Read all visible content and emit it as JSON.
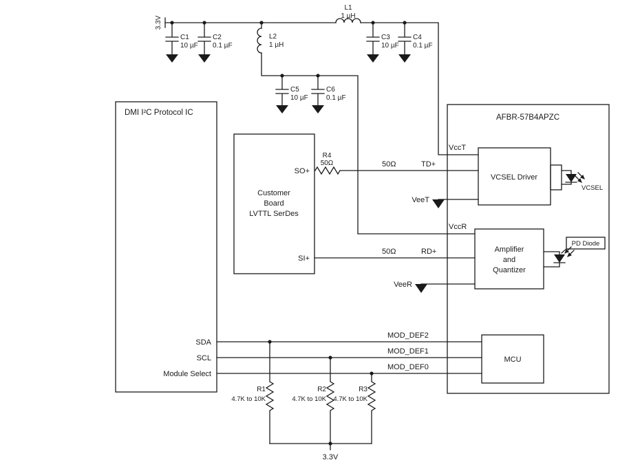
{
  "power_top": {
    "rail_label": "3.3V",
    "c1_ref": "C1",
    "c1_val": "10 µF",
    "c2_ref": "C2",
    "c2_val": "0.1 µF",
    "c3_ref": "C3",
    "c3_val": "10 µF",
    "c4_ref": "C4",
    "c4_val": "0.1 µF",
    "c5_ref": "C5",
    "c5_val": "10 µF",
    "c6_ref": "C6",
    "c6_val": "0.1 µF",
    "l1_ref": "L1",
    "l1_val": "1 µH",
    "l2_ref": "L2",
    "l2_val": "1 µH"
  },
  "dmi": {
    "title": "DMI I²C Protocol IC",
    "pin_sda": "SDA",
    "pin_scl": "SCL",
    "pin_module_select": "Module Select"
  },
  "serdes": {
    "title_line1": "Customer",
    "title_line2": "Board",
    "title_line3": "LVTTL SerDes",
    "pin_so": "SO+",
    "pin_si": "SI+"
  },
  "tx_path": {
    "r4_ref": "R4",
    "r4_val": "50Ω",
    "impedance": "50Ω",
    "signal": "TD+"
  },
  "rx_path": {
    "impedance": "50Ω",
    "signal": "RD+"
  },
  "module": {
    "title": "AFBR-57B4APZC",
    "vcsel_driver_label": "VCSEL Driver",
    "amp_line1": "Amplifier",
    "amp_line2": "and",
    "amp_line3": "Quantizer",
    "mcu_label": "MCU",
    "vcct": "VccT",
    "veet": "VeeT",
    "vccr": "VccR",
    "veer": "VeeR",
    "vcsel_label": "VCSEL",
    "pd_label": "PD Diode"
  },
  "i2c_bus": {
    "mod_def2": "MOD_DEF2",
    "mod_def1": "MOD_DEF1",
    "mod_def0": "MOD_DEF0"
  },
  "pullups": {
    "r1_ref": "R1",
    "r1_val": "4.7K to 10K",
    "r2_ref": "R2",
    "r2_val": "4.7K to 10K",
    "r3_ref": "R3",
    "r3_val": "4.7K to 10K",
    "rail_label": "3.3V"
  }
}
